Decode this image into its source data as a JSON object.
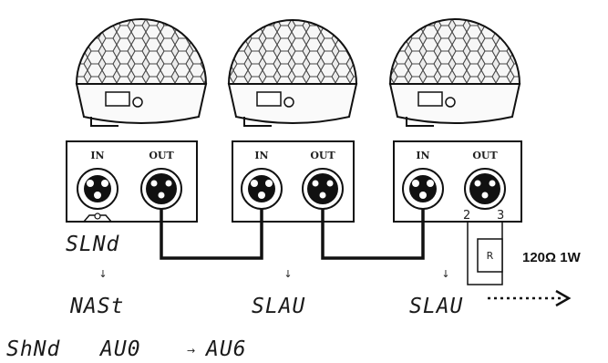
{
  "units": [
    {
      "in_label": "IN",
      "out_label": "OUT",
      "mode_display": "SLNd",
      "sub_display": "NASt"
    },
    {
      "in_label": "IN",
      "out_label": "OUT",
      "sub_display": "SLAU"
    },
    {
      "in_label": "IN",
      "out_label": "OUT",
      "sub_display": "SLAU"
    }
  ],
  "terminator": {
    "resistor_label": "R",
    "pin_a": "2",
    "pin_b": "3",
    "spec": "120Ω 1W"
  },
  "bottom_line": {
    "mode": "ShNd",
    "addr_from": "AU0",
    "arrow": "→",
    "addr_to": "AU6"
  },
  "arrow_glyph": "↓"
}
